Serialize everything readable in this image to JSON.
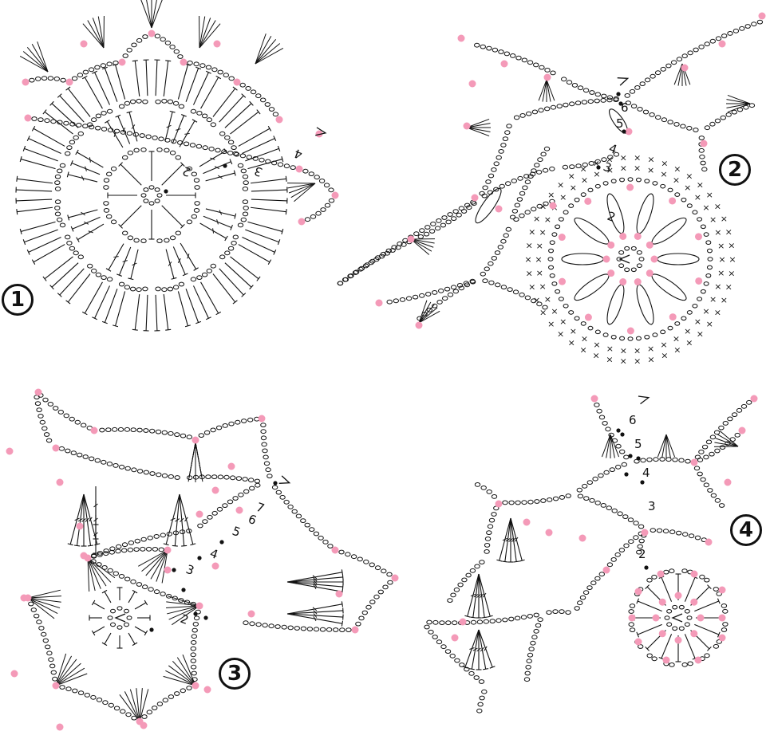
{
  "motifs": [
    {
      "number": "1",
      "round_labels": [
        "2",
        "3",
        "4"
      ]
    },
    {
      "number": "2",
      "round_labels": [
        "2",
        "3",
        "4",
        "5",
        "6"
      ]
    },
    {
      "number": "3",
      "round_labels": [
        "2",
        "3",
        "4",
        "5",
        "6",
        "7"
      ]
    },
    {
      "number": "4",
      "round_labels": [
        "2",
        "3",
        "4",
        "5",
        "6"
      ]
    }
  ],
  "colors": {
    "ink": "#111111",
    "join_marker": "#f49ab8",
    "background": "#ffffff"
  },
  "symbols": [
    "chain",
    "single-crochet",
    "treble",
    "cluster",
    "slip-stitch",
    "start-arrow"
  ]
}
